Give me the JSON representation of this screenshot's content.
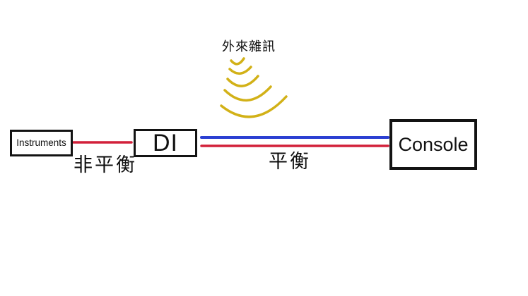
{
  "diagram": {
    "nodes": {
      "instruments": {
        "label": "Instruments"
      },
      "di": {
        "label": "DI"
      },
      "console": {
        "label": "Console"
      }
    },
    "labels": {
      "noise": "外來雜訊",
      "unbalanced": "非平衡",
      "balanced": "平衡"
    },
    "colors": {
      "unbalanced_line": "#d2203a",
      "balanced_line_blue": "#2b3fd2",
      "balanced_line_red": "#d2203a",
      "noise_waves": "#d2b117",
      "box_border": "#131313"
    }
  }
}
